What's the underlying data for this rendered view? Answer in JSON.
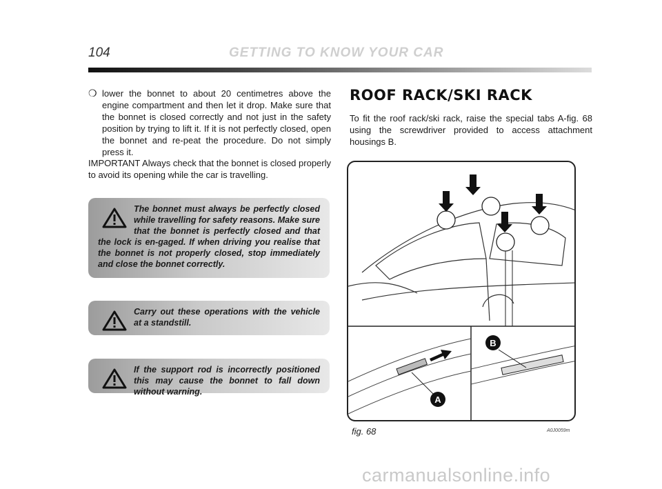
{
  "header": {
    "page_number": "104",
    "running_title": "GETTING TO KNOW YOUR CAR"
  },
  "left": {
    "bullet_text": "lower the bonnet to about 20 centimetres above the engine compartment and then let it drop. Make sure that the bonnet is closed correctly and not just in the safety position by trying to lift it. If it is not perfectly closed, open the bonnet and re-peat the procedure. Do not simply press it.",
    "important_text": "IMPORTANT Always check that the bonnet is closed properly to avoid its opening while the car is travelling.",
    "warnings": [
      {
        "text": "The bonnet must always be perfectly closed while travelling for safety reasons. Make sure that the bonnet is perfectly closed and that the lock is en-gaged. If when driving you realise that the bonnet is not properly closed, stop immediately and close the bonnet correctly.",
        "icon": "warning-triangle-icon"
      },
      {
        "text": "Carry out these operations with the vehicle at a standstill.",
        "icon": "warning-triangle-icon"
      },
      {
        "text": "If the support rod is incorrectly positioned this may cause the bonnet to fall down without warning.",
        "icon": "warning-triangle-icon"
      }
    ]
  },
  "right": {
    "section_title": "ROOF RACK/SKI RACK",
    "intro_text": "To fit the roof rack/ski rack, raise the special tabs A-fig. 68 using the screwdriver provided to access attachment housings B.",
    "figure": {
      "label_a": "A",
      "label_b": "B",
      "caption": "fig. 68",
      "code": "A0J0059m"
    }
  },
  "watermark": "carmanualsonline.info"
}
